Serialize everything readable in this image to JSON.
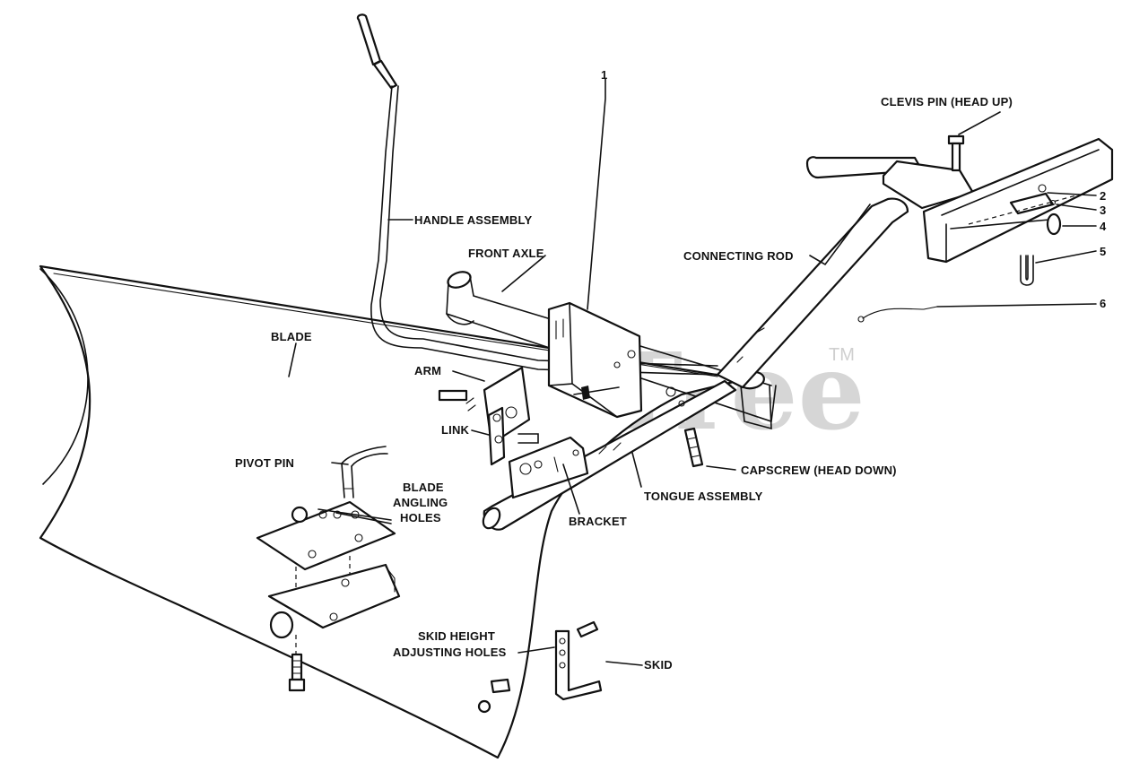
{
  "watermark": {
    "text": "PartsTree",
    "trademark": "TM"
  },
  "labels": {
    "ref_1": "1",
    "clevis_pin": "CLEVIS PIN (HEAD UP)",
    "handle_assembly": "HANDLE ASSEMBLY",
    "front_axle": "FRONT AXLE",
    "connecting_rod": "CONNECTING ROD",
    "ref_2": "2",
    "ref_3": "3",
    "ref_4": "4",
    "ref_5": "5",
    "ref_6": "6",
    "blade": "BLADE",
    "arm": "ARM",
    "link": "LINK",
    "pivot_pin": "PIVOT PIN",
    "blade_angling_1": "BLADE",
    "blade_angling_2": "ANGLING",
    "blade_angling_3": "HOLES",
    "capscrew": "CAPSCREW (HEAD DOWN)",
    "tongue_assembly": "TONGUE ASSEMBLY",
    "bracket": "BRACKET",
    "skid_height_1": "SKID HEIGHT",
    "skid_height_2": "ADJUSTING HOLES",
    "skid": "SKID"
  }
}
